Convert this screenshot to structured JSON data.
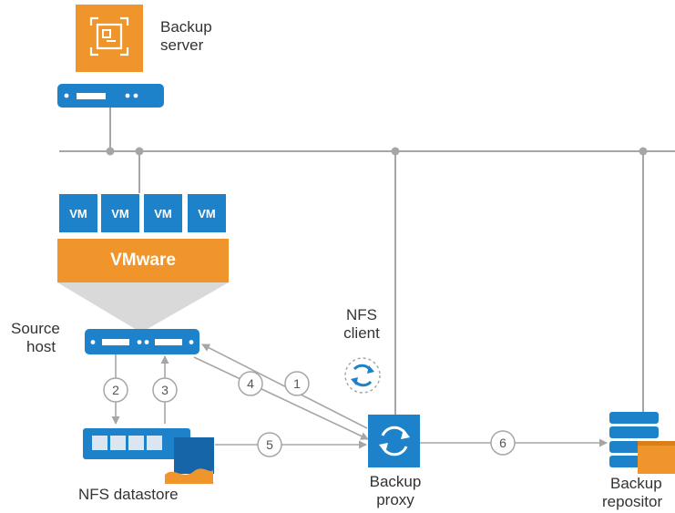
{
  "colors": {
    "orange": "#F0952B",
    "blue": "#1E82CA",
    "blue_dark": "#1565A8",
    "line": "#A6A6A6",
    "text": "#333333",
    "white": "#FFFFFF"
  },
  "backup_server": {
    "label_line1": "Backup",
    "label_line2": "server",
    "icon": "backup-server-icon"
  },
  "vms": [
    "VM",
    "VM",
    "VM",
    "VM"
  ],
  "hypervisor": {
    "label": "VMware"
  },
  "source_host": {
    "label_line1": "Source",
    "label_line2": "host"
  },
  "nfs_client": {
    "label_line1": "NFS",
    "label_line2": "client",
    "icon": "nfs-client-icon"
  },
  "nfs_datastore": {
    "label": "NFS datastore",
    "icon": "nfs-datastore-icon"
  },
  "backup_proxy": {
    "label_line1": "Backup",
    "label_line2": "proxy",
    "icon": "backup-proxy-icon"
  },
  "backup_repository": {
    "label_line1": "Backup",
    "label_line2": "repositor",
    "icon": "backup-repository-icon"
  },
  "steps": [
    "1",
    "2",
    "3",
    "4",
    "5",
    "6"
  ]
}
